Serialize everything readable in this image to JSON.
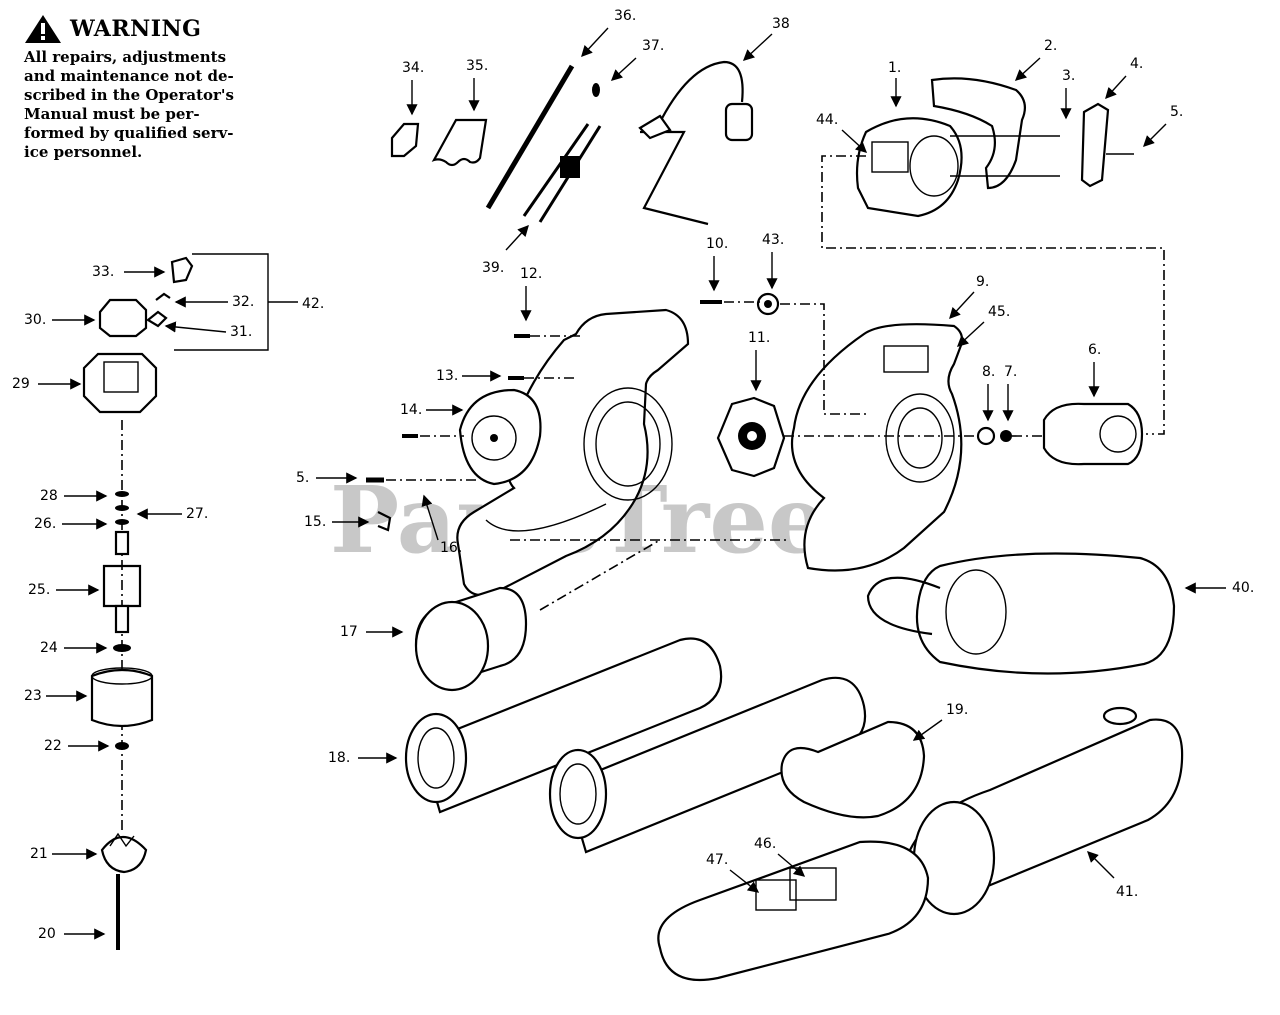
{
  "warning": {
    "title": "WARNING",
    "lines": [
      "All repairs, adjustments",
      "and maintenance not de-",
      "scribed in the Operator's",
      "Manual must be per-",
      "formed by qualified serv-",
      "ice personnel."
    ]
  },
  "watermark": "PartsTree",
  "callouts": {
    "p1": "1.",
    "p2": "2.",
    "p3": "3.",
    "p4": "4.",
    "p5a": "5.",
    "p5b": "5.",
    "p6": "6.",
    "p7": "7.",
    "p8": "8.",
    "p9": "9.",
    "p10": "10.",
    "p11": "11.",
    "p12": "12.",
    "p13": "13.",
    "p14": "14.",
    "p15": "15.",
    "p16": "16.",
    "p17": "17",
    "p18": "18.",
    "p19": "19.",
    "p20": "20",
    "p21": "21",
    "p22": "22",
    "p23": "23",
    "p24": "24",
    "p25": "25.",
    "p26": "26.",
    "p27": "27.",
    "p28": "28",
    "p29": "29",
    "p30": "30.",
    "p31": "31.",
    "p32": "32.",
    "p33": "33.",
    "p34": "34.",
    "p35": "35.",
    "p36": "36.",
    "p37": "37.",
    "p38": "38",
    "p39": "39.",
    "p40": "40.",
    "p41": "41.",
    "p42": "42.",
    "p43": "43.",
    "p44": "44.",
    "p45": "45.",
    "p46": "46.",
    "p47": "47."
  }
}
